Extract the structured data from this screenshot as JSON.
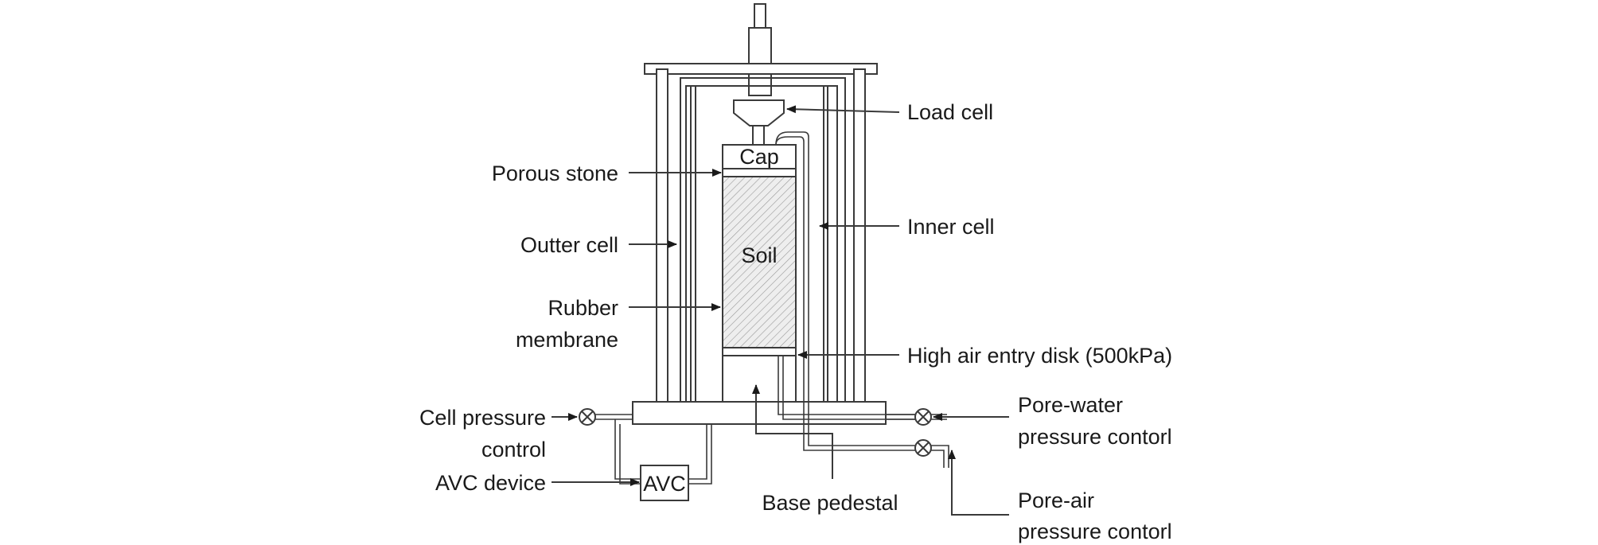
{
  "labels": {
    "load_cell": "Load cell",
    "porous_stone": "Porous stone",
    "inner_cell": "Inner cell",
    "outter_cell": "Outter cell",
    "rubber_membrane_1": "Rubber",
    "rubber_membrane_2": "membrane",
    "high_air_entry_disk": "High air entry disk (500kPa)",
    "cell_pressure_1": "Cell pressure",
    "cell_pressure_2": "control",
    "avc_device": "AVC device",
    "base_pedestal": "Base pedestal",
    "pore_water_1": "Pore-water",
    "pore_water_2": "pressure contorl",
    "pore_air_1": "Pore-air",
    "pore_air_2": "pressure contorl"
  },
  "components": {
    "cap": "Cap",
    "soil": "Soil",
    "avc": "AVC"
  }
}
